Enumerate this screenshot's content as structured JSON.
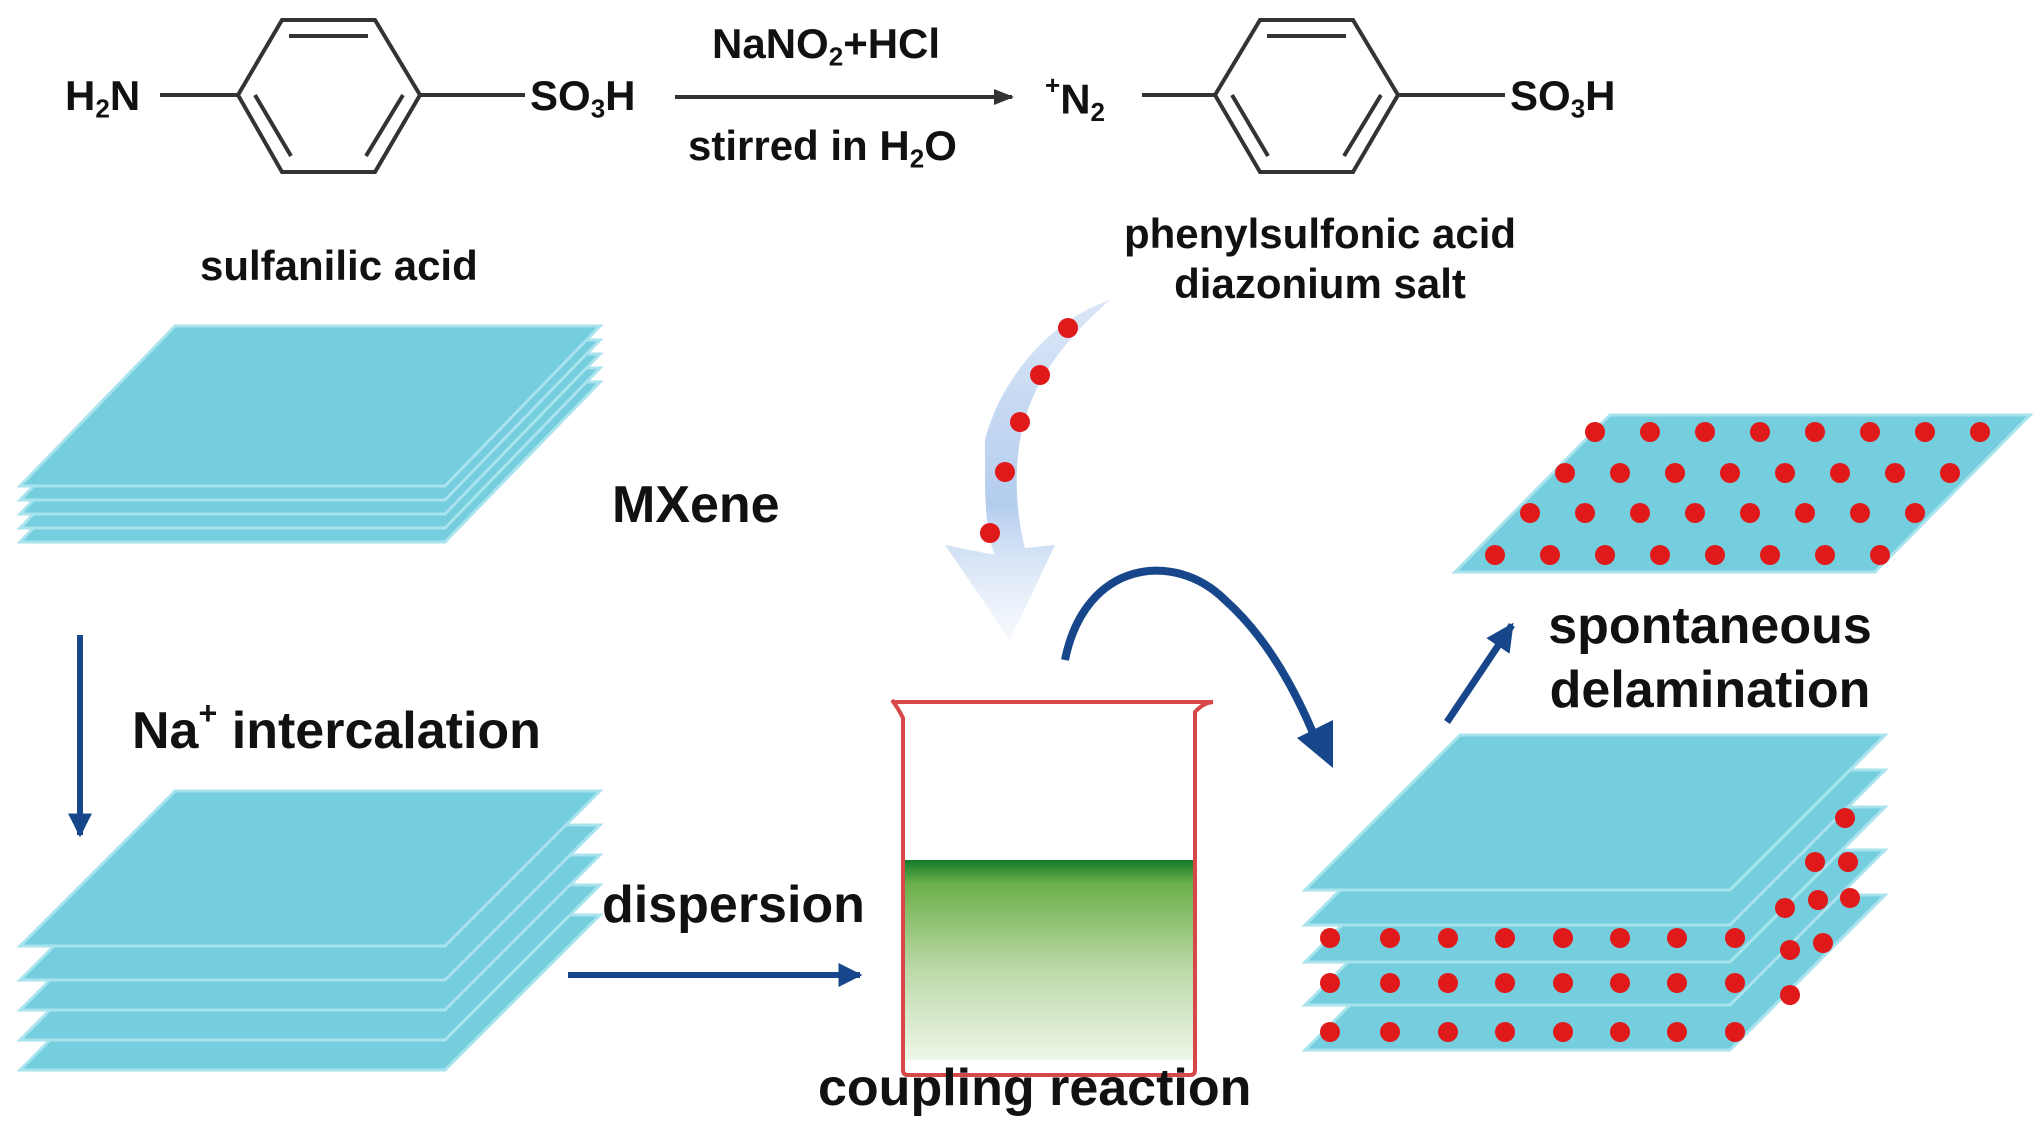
{
  "reaction": {
    "reactant_prefix": "H",
    "reactant_prefix_sub": "2",
    "reactant_prefix_end": "N",
    "reactant_group": "SO",
    "reactant_group_sub": "3",
    "reactant_group_end": "H",
    "reactant_name": "sulfanilic acid",
    "reagent_a": "NaNO",
    "reagent_a_sub": "2",
    "reagent_a_end": "+HCl",
    "condition": "stirred in H",
    "condition_sub": "2",
    "condition_end": "O",
    "product_prefix_sup": "+",
    "product_prefix": "N",
    "product_prefix_sub": "2",
    "product_group": "SO",
    "product_group_sub": "3",
    "product_group_end": "H",
    "product_name_line1": "phenylsulfonic acid",
    "product_name_line2": "diazonium salt"
  },
  "process": {
    "mxene_label": "MXene",
    "intercalation_label_start": "Na",
    "intercalation_label_sup": "+",
    "intercalation_label_end": " intercalation",
    "dispersion_label": "dispersion",
    "coupling_label": "coupling reaction",
    "delamination_line1": "spontaneous",
    "delamination_line2": "delamination"
  },
  "colors": {
    "sheet_fill": "#74cede",
    "sheet_edge": "#9fe0eb",
    "arrow": "#17478a",
    "dot": "#e0191b",
    "beaker_outline": "#d64848",
    "liquid_top": "#127a2a",
    "liquid_bottom": "#e3f0d9",
    "curved_arrow_light": "#a8c4ea"
  }
}
